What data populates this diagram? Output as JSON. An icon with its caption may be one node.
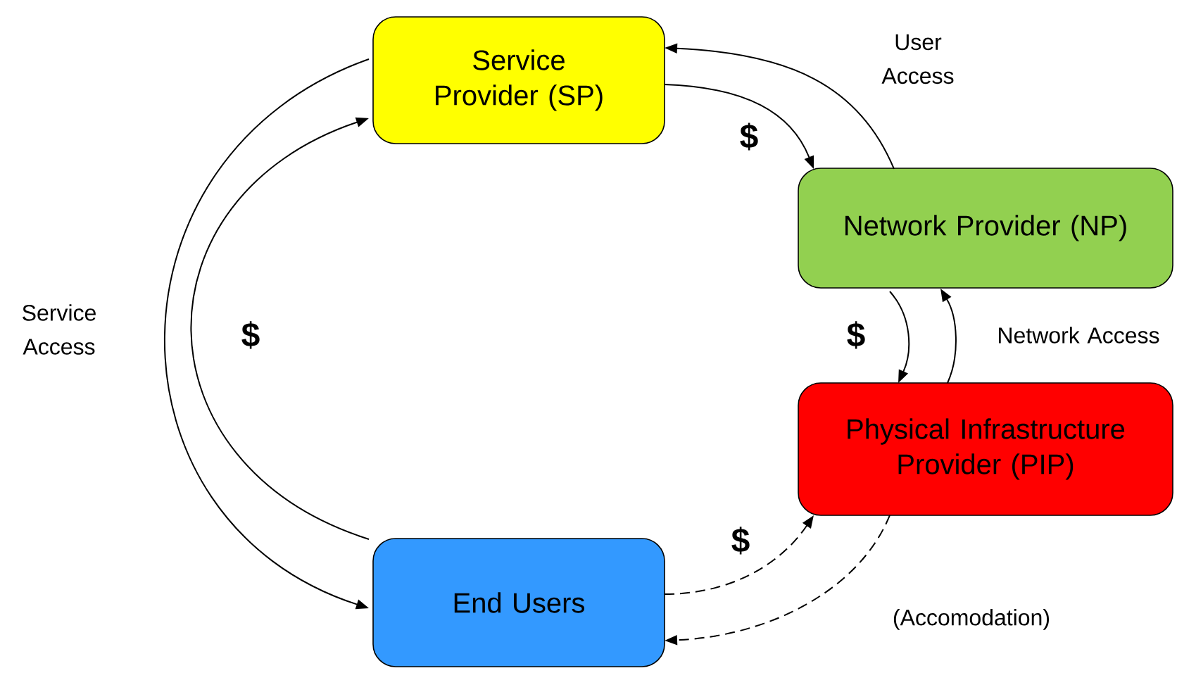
{
  "diagram": {
    "nodes": [
      {
        "text": [
          "Service Provider (SP)"
        ]
      },
      {
        "text": [
          "Network Provider (NP)"
        ]
      },
      {
        "text": [
          "Physical Infrastructure Provider (PIP)"
        ]
      },
      {
        "text": [
          "End Users"
        ]
      }
    ],
    "edges": [
      {
        "from": 0,
        "to": 1,
        "arrow": "to",
        "label": "$"
      },
      {
        "from": 1,
        "to": 0,
        "arrow": "to",
        "label": "User Access"
      },
      {
        "from": 1,
        "to": 2,
        "arrow": "to",
        "label": "$"
      },
      {
        "from": 2,
        "to": 1,
        "arrow": "to",
        "label": "Network Access"
      },
      {
        "from": 3,
        "to": 2,
        "arrow": "to",
        "label": "$",
        "style": "dashed"
      },
      {
        "from": 2,
        "to": 3,
        "arrow": "to",
        "label": "(Accomodation)",
        "style": "dashed"
      },
      {
        "from": 0,
        "to": 3,
        "arrow": "to",
        "label": "Service Access"
      },
      {
        "from": 3,
        "to": 0,
        "arrow": "to",
        "label": "$"
      }
    ]
  }
}
